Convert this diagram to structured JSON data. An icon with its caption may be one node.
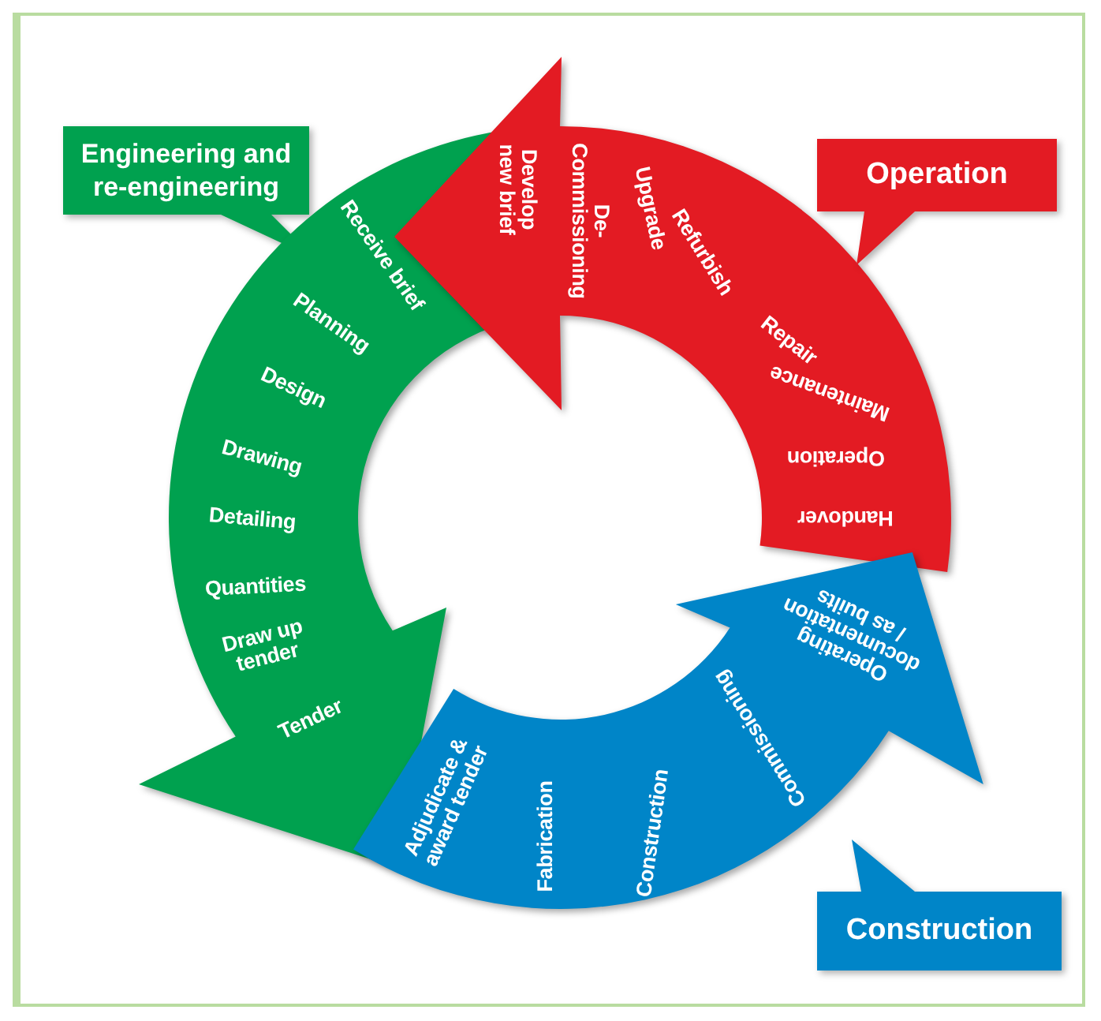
{
  "diagram": {
    "nodes": [
      {
        "text": [
          "Engineering and re-engineering"
        ]
      },
      {
        "text": [
          "Receive brief",
          "Planning",
          "Design",
          "Drawing",
          "Detailing",
          "Quantities",
          "Draw up tender",
          "Tender"
        ]
      },
      {
        "text": [
          "Develop new brief",
          "De-Commissioning",
          "Upgrade",
          "Refurbish",
          "Repair",
          "Maintenance",
          "Operation",
          "Handover"
        ]
      },
      {
        "text": [
          "Operation"
        ]
      },
      {
        "text": [
          "Operating documentation / as builts",
          "Commissioning",
          "Construction",
          "Fabrication",
          "Adjudicate & award tender"
        ]
      },
      {
        "text": [
          "Construction"
        ]
      }
    ]
  }
}
